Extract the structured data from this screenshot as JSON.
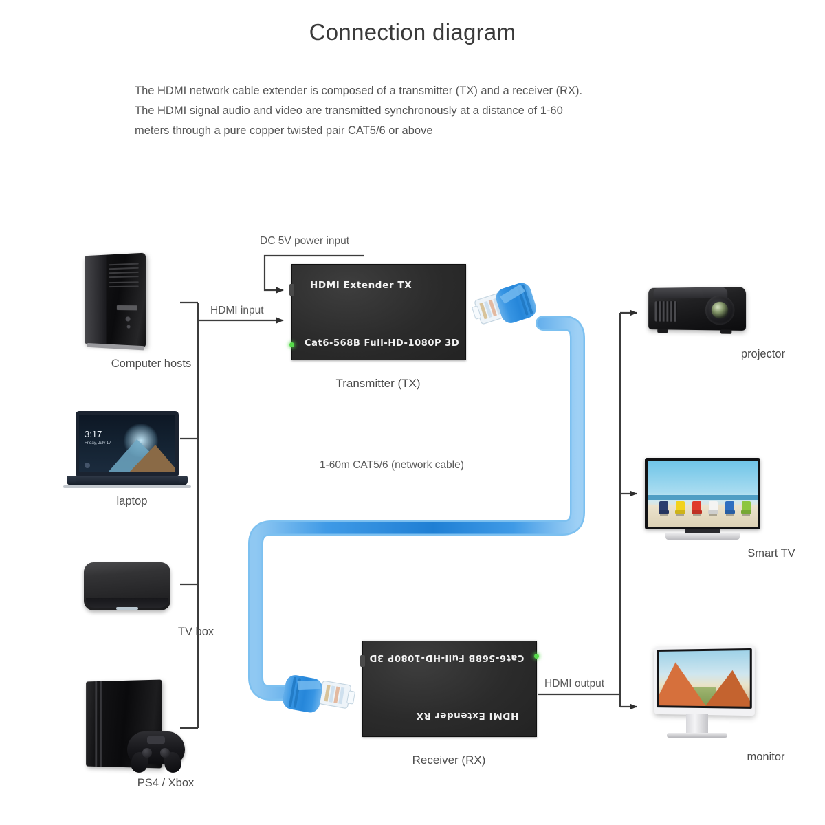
{
  "page": {
    "title": "Connection diagram",
    "intro": "The HDMI network cable extender is composed of a transmitter (TX) and a receiver (RX). The HDMI signal audio and video are transmitted synchronously at a distance of 1-60 meters through a pure copper twisted pair CAT5/6 or above"
  },
  "sources": [
    {
      "id": "computer-hosts",
      "label": "Computer hosts"
    },
    {
      "id": "laptop",
      "label": "laptop"
    },
    {
      "id": "tv-box",
      "label": "TV box"
    },
    {
      "id": "ps4-xbox",
      "label": "PS4 / Xbox"
    }
  ],
  "destinations": [
    {
      "id": "projector",
      "label": "projector"
    },
    {
      "id": "smart-tv",
      "label": "Smart TV"
    },
    {
      "id": "monitor",
      "label": "monitor"
    }
  ],
  "transmitter": {
    "caption": "Transmitter (TX)",
    "top_text": "HDMI  Extender  TX",
    "bottom_text": "Cat6-568B Full-HD-1080P 3D"
  },
  "receiver": {
    "caption": "Receiver (RX)",
    "top_text": "HDMI  Extender  RX",
    "bottom_text": "Cat6-568B Full-HD-1080P 3D"
  },
  "wire_labels": {
    "power": "DC 5V power input",
    "hdmi_input": "HDMI input",
    "network_cable": "1-60m CAT5/6 (network cable)",
    "hdmi_output": "HDMI output"
  },
  "laptop_screen": {
    "time": "3:17",
    "date": "Friday, July 17"
  },
  "colors": {
    "cable_blue": "#2e8fe0",
    "cable_blue_light": "#7cc0f0",
    "device_black": "#262628",
    "wire_gray": "#3c3c3c",
    "text_gray": "#4c4c4c",
    "led_green": "#56d94a"
  },
  "tv_chair_colors": [
    "#2c3e6e",
    "#f2d21c",
    "#e03a2a",
    "#f4f4f2",
    "#2f6fc0",
    "#8cc63f"
  ]
}
